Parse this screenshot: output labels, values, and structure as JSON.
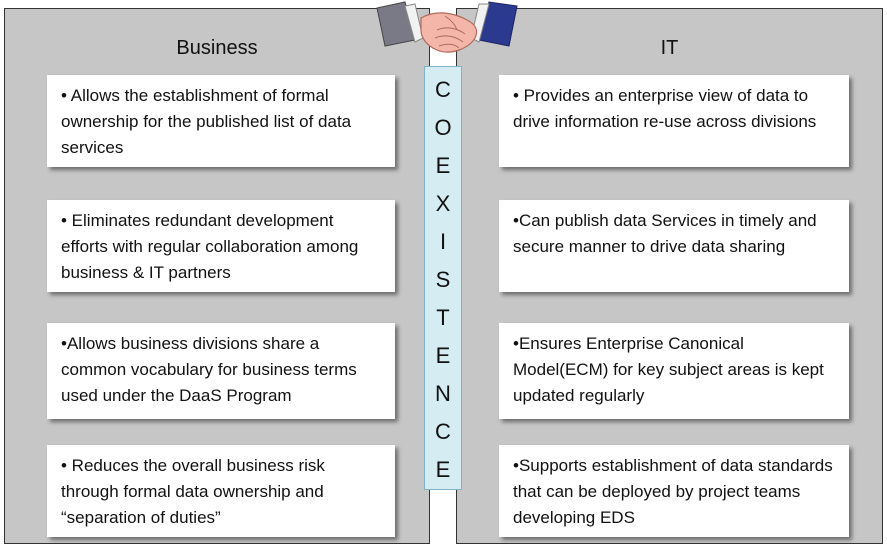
{
  "business": {
    "title": "Business",
    "items": [
      "•  Allows the establishment of formal ownership for the published list of data services",
      "• Eliminates redundant development efforts with regular collaboration among business & IT partners",
      "•Allows business divisions share a common vocabulary for business terms used under the DaaS Program",
      "• Reduces the overall business risk through formal data ownership and “separation of duties”"
    ]
  },
  "it": {
    "title": "IT",
    "items": [
      "•  Provides an enterprise view of data to drive information re-use across divisions",
      "•Can  publish data Services in timely and secure manner to drive data sharing",
      "•Ensures Enterprise Canonical Model(ECM) for key subject areas  is kept updated regularly",
      "•Supports establishment of data standards that can be deployed by project teams  developing EDS"
    ]
  },
  "center": {
    "letters": [
      "C",
      "O",
      "E",
      "X",
      "I",
      "S",
      "T",
      "E",
      "N",
      "C",
      "E"
    ]
  },
  "icons": [
    "handshake-icon"
  ]
}
